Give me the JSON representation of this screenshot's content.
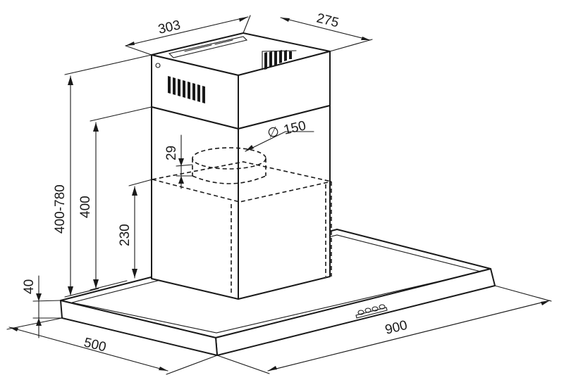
{
  "diagram": {
    "dimensions": {
      "chimney_width": "303",
      "chimney_depth": "275",
      "outlet_diameter": "150",
      "outlet_symbol": "∅",
      "collar_height": "29",
      "adjustable_height": "400-780",
      "chimney_height": "400",
      "body_height": "230",
      "canopy_thickness": "40",
      "canopy_depth": "500",
      "canopy_width": "900"
    }
  }
}
